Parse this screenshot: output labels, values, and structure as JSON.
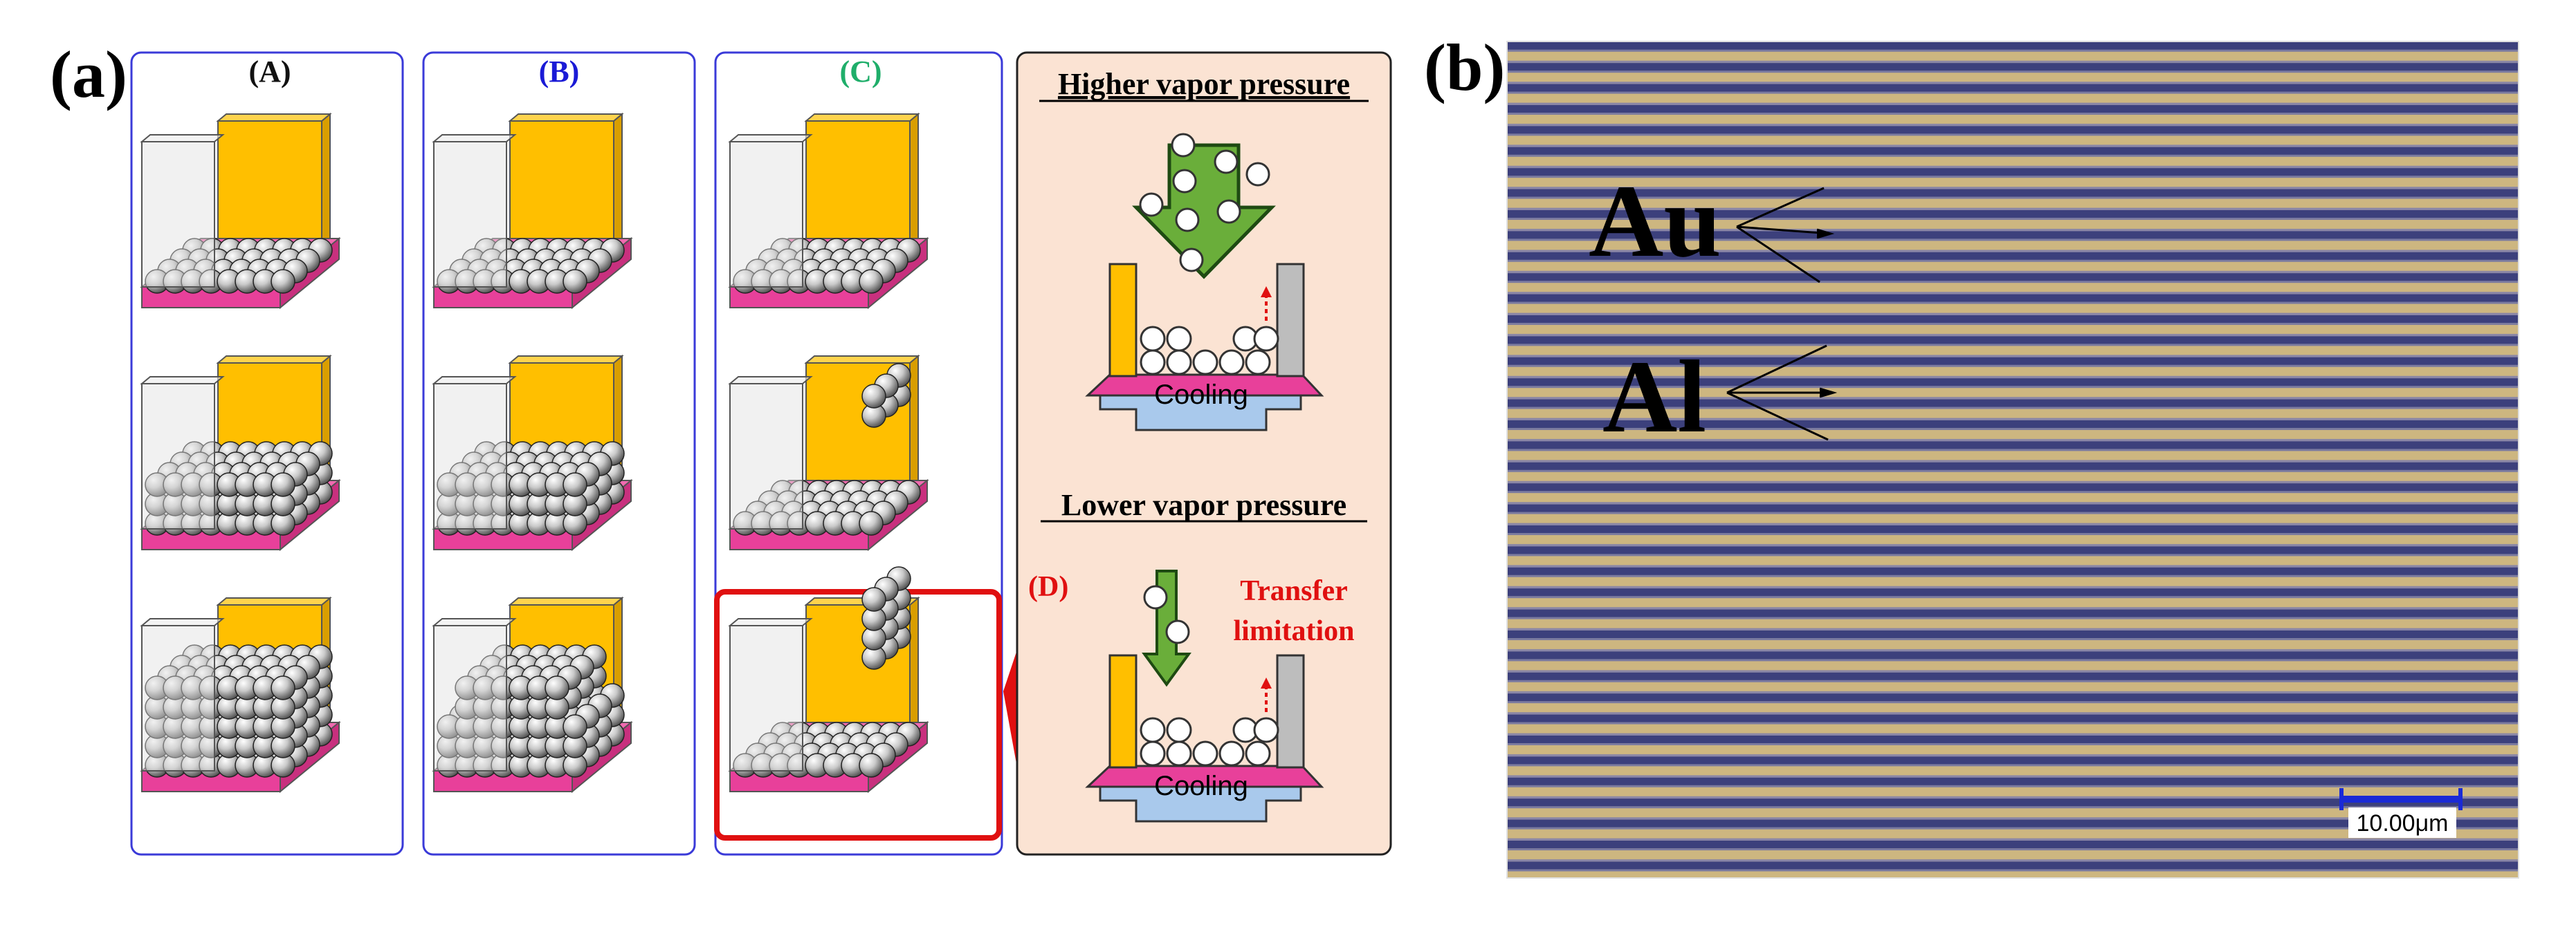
{
  "panel_a": {
    "label": "(a)",
    "columns": [
      {
        "label": "(A)",
        "color": "#111111"
      },
      {
        "label": "(B)",
        "color": "#1a1ad6"
      },
      {
        "label": "(C)",
        "color": "#1fae6a"
      }
    ],
    "mechanism": {
      "higher_title": "Higher vapor pressure",
      "lower_title": "Lower vapor pressure",
      "d_label": "(D)",
      "transfer_line1": "Transfer",
      "transfer_line2": "limitation",
      "cooling_top": "Cooling",
      "cooling_bottom": "Cooling"
    }
  },
  "panel_b": {
    "label": "(b)",
    "au_label": "Au",
    "al_label": "Al",
    "scale_label": "10.00μm"
  },
  "colors": {
    "frame_blue": "#3a3ad8",
    "highlight_red": "#e01010",
    "substrate_pink": "#e8409a",
    "wall_yellow": "#ffbf00",
    "mech_bg": "#fbe3d3",
    "green_arrow": "#6aae3a",
    "cooling_blue": "#a9c9ec",
    "stripe_gold": "#c8b07a",
    "stripe_navy": "#3b3f7a"
  }
}
